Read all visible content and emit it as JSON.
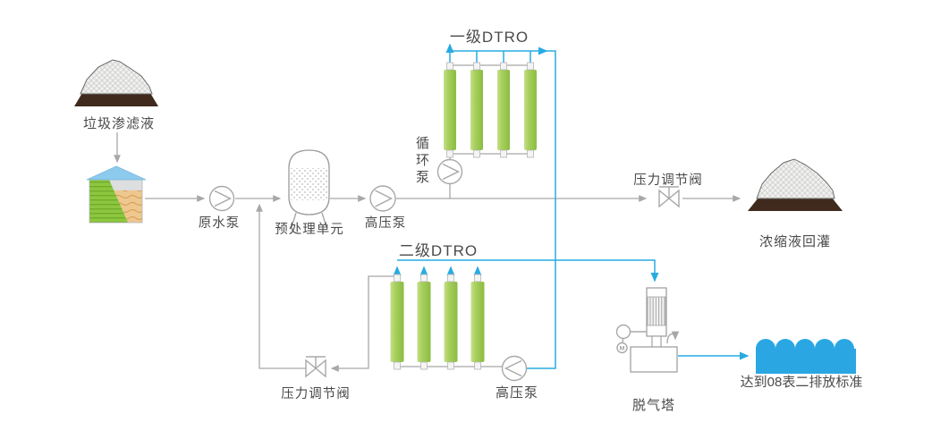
{
  "colors": {
    "line_grey": "#a8a8a8",
    "line_blue": "#29abe2",
    "module_green": "#a3cd5b",
    "water_blue": "#2aa7e2",
    "text": "#4a4a4a"
  },
  "nodes": {
    "source_label": "垃圾渗滤液",
    "raw_water_pump": "原水泵",
    "pretreatment_unit": "预处理单元",
    "high_pressure_pump_1": "高压泵",
    "circulation_pump": "循环泵",
    "stage1_title": "一级DTRO",
    "pressure_valve_1": "压力调节阀",
    "concentrate_label": "浓缩液回灌",
    "stage2_title": "二级DTRO",
    "pressure_valve_2": "压力调节阀",
    "high_pressure_pump_2": "高压泵",
    "degassing_tower": "脱气塔",
    "discharge_label": "达到08表二排放标准",
    "motor_letter": "M"
  }
}
